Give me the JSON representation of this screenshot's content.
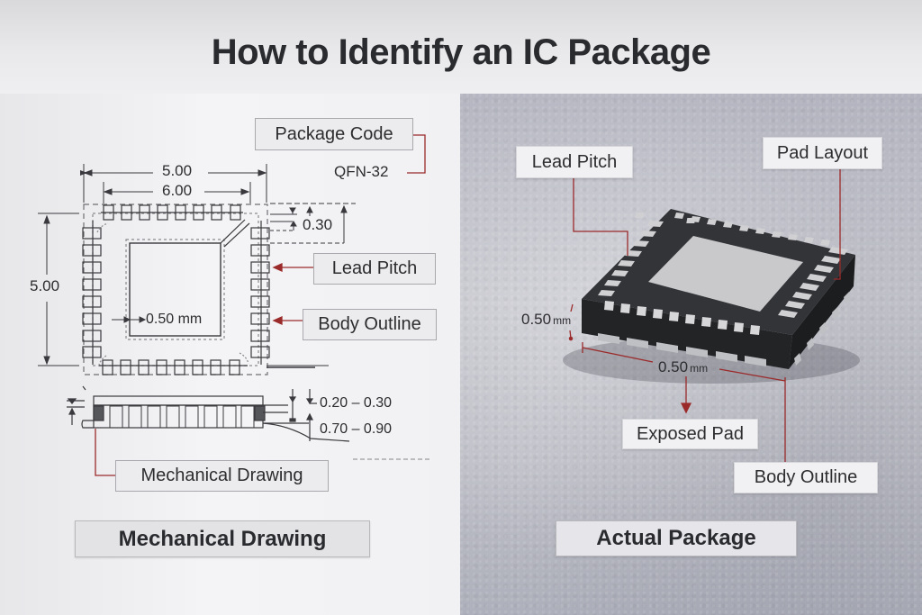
{
  "header": {
    "title": "How to Identify an IC Package"
  },
  "left_panel": {
    "callouts": {
      "package_code": "Package Code",
      "package_code_value": "QFN-32",
      "lead_pitch": "Lead Pitch",
      "body_outline": "Body Outline",
      "mechanical_drawing": "Mechanical Drawing"
    },
    "dimensions": {
      "outer_width": "5.00",
      "inner_width": "6.00",
      "height": "5.00",
      "lead_offset": "0.30",
      "pad_pitch": "0.50 mm",
      "side_thickness_1": "0.20 – 0.30",
      "side_thickness_2": "0.70 – 0.90"
    },
    "footer_label": "Mechanical Drawing"
  },
  "right_panel": {
    "callouts": {
      "lead_pitch": "Lead Pitch",
      "pad_layout": "Pad Layout",
      "exposed_pad": "Exposed Pad",
      "body_outline": "Body Outline"
    },
    "dimensions": {
      "height_value": "0.50",
      "height_unit": "mm",
      "length_value": "0.50",
      "length_unit": "mm"
    },
    "footer_label": "Actual Package"
  },
  "colors": {
    "leader_line": "#9b2a2a",
    "drawing_line": "#3a3a3e",
    "chip_body": "#2f3033",
    "chip_pad": "#d4d4d6"
  }
}
